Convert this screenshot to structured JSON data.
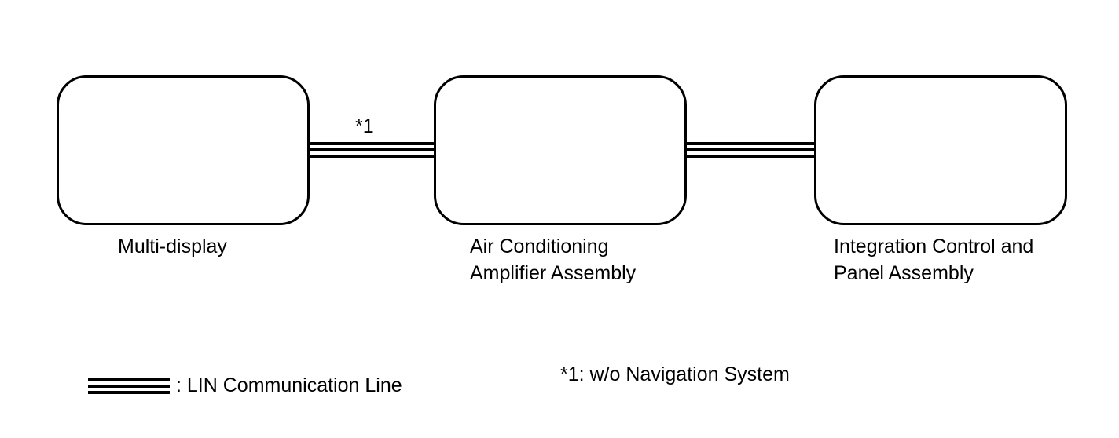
{
  "components": {
    "multi_display": {
      "label": "Multi-display"
    },
    "ac_amplifier": {
      "label_line1": "Air Conditioning",
      "label_line2": "Amplifier Assembly"
    },
    "integration_panel": {
      "label_line1": "Integration Control and",
      "label_line2": "Panel Assembly"
    }
  },
  "connections": {
    "first": {
      "mark": "*1"
    }
  },
  "legend": {
    "text": ": LIN Communication Line"
  },
  "footnote": {
    "text": "*1: w/o Navigation System"
  },
  "colors": {
    "line": "#000000",
    "background": "#ffffff"
  }
}
